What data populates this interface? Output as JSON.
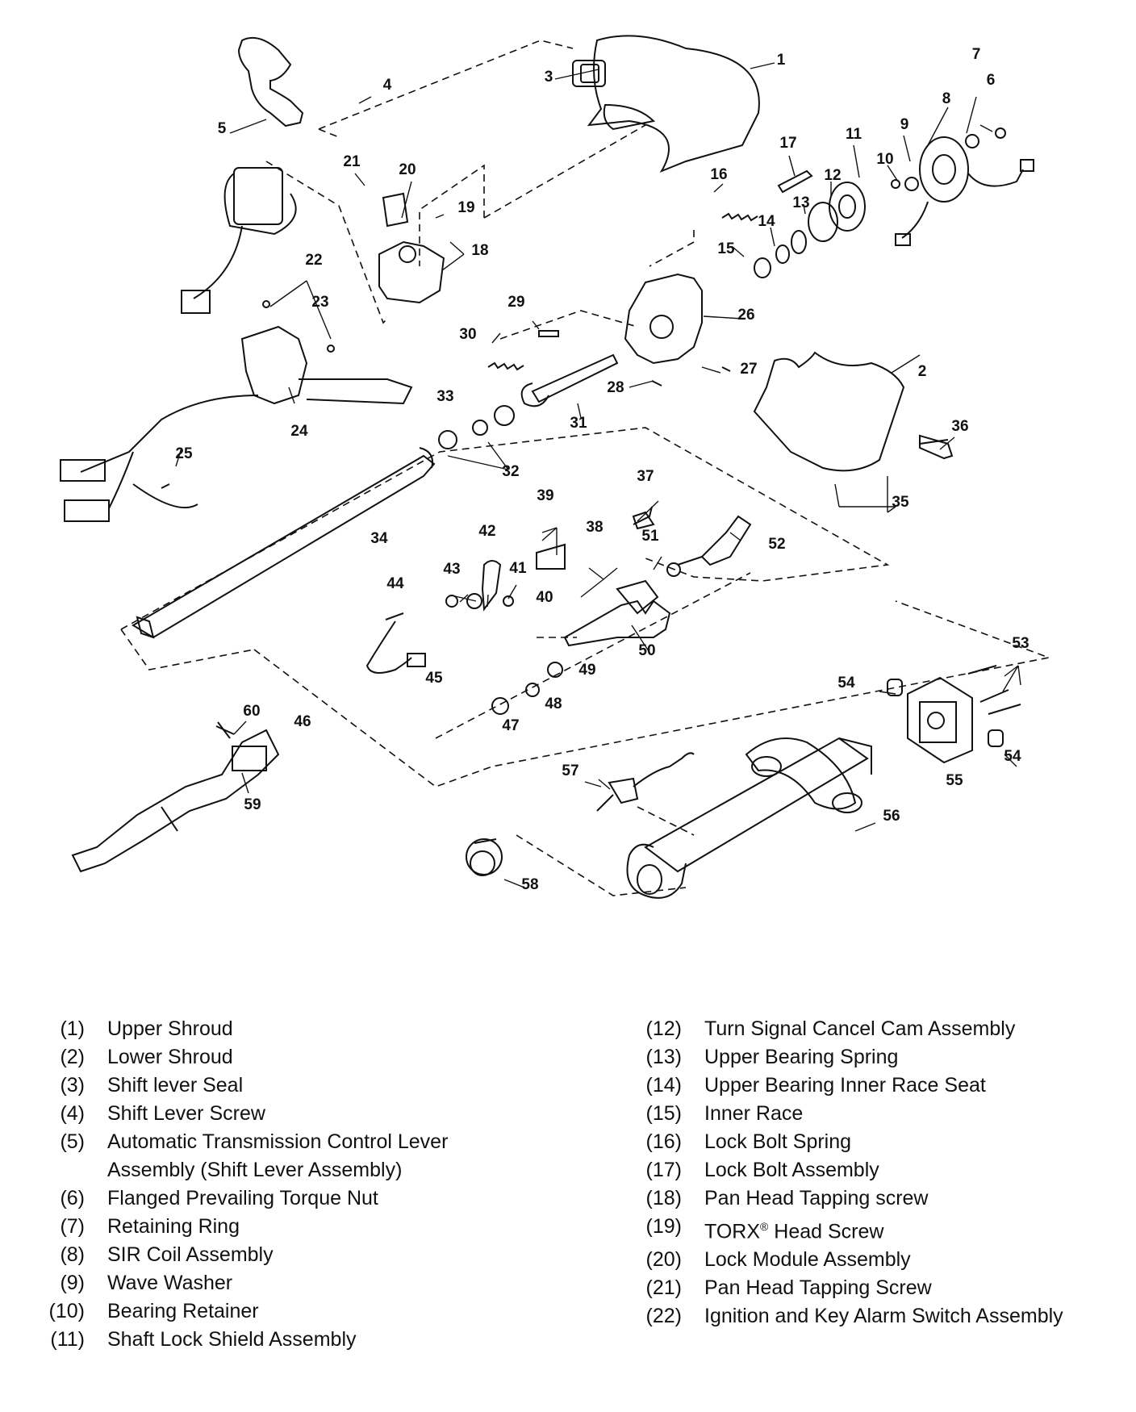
{
  "callouts": [
    "1",
    "2",
    "3",
    "4",
    "5",
    "6",
    "7",
    "8",
    "9",
    "10",
    "11",
    "12",
    "13",
    "14",
    "15",
    "16",
    "17",
    "18",
    "19",
    "20",
    "21",
    "22",
    "23",
    "24",
    "25",
    "26",
    "27",
    "28",
    "29",
    "30",
    "31",
    "32",
    "33",
    "34",
    "35",
    "36",
    "37",
    "38",
    "39",
    "40",
    "41",
    "42",
    "43",
    "44",
    "45",
    "46",
    "47",
    "48",
    "49",
    "50",
    "51",
    "52",
    "53",
    "54",
    "54",
    "55",
    "56",
    "57",
    "58",
    "59",
    "60"
  ],
  "legend_left": [
    {
      "num": "(1)",
      "text": "Upper Shroud"
    },
    {
      "num": "(2)",
      "text": "Lower Shroud"
    },
    {
      "num": "(3)",
      "text": "Shift lever Seal"
    },
    {
      "num": "(4)",
      "text": "Shift Lever Screw"
    },
    {
      "num": "(5)",
      "text": "Automatic Transmission Control Lever",
      "text2": "Assembly (Shift Lever Assembly)"
    },
    {
      "num": "(6)",
      "text": "Flanged Prevailing Torque Nut"
    },
    {
      "num": "(7)",
      "text": "Retaining Ring"
    },
    {
      "num": "(8)",
      "text": "SIR Coil Assembly"
    },
    {
      "num": "(9)",
      "text": "Wave Washer"
    },
    {
      "num": "(10)",
      "text": "Bearing Retainer"
    },
    {
      "num": "(11)",
      "text": "Shaft Lock Shield Assembly"
    }
  ],
  "legend_right": [
    {
      "num": "(12)",
      "text": "Turn Signal Cancel Cam Assembly"
    },
    {
      "num": "(13)",
      "text": "Upper Bearing Spring"
    },
    {
      "num": "(14)",
      "text": "Upper Bearing Inner Race Seat"
    },
    {
      "num": "(15)",
      "text": "Inner Race"
    },
    {
      "num": "(16)",
      "text": "Lock Bolt Spring"
    },
    {
      "num": "(17)",
      "text": "Lock Bolt Assembly"
    },
    {
      "num": "(18)",
      "text": "Pan Head Tapping screw"
    },
    {
      "num": "(19)",
      "text": "TORX",
      "sup": "®",
      "text_after": " Head Screw"
    },
    {
      "num": "(20)",
      "text": "Lock Module Assembly"
    },
    {
      "num": "(21)",
      "text": "Pan Head Tapping Screw"
    },
    {
      "num": "(22)",
      "text": "Ignition and Key Alarm Switch Assembly"
    }
  ]
}
